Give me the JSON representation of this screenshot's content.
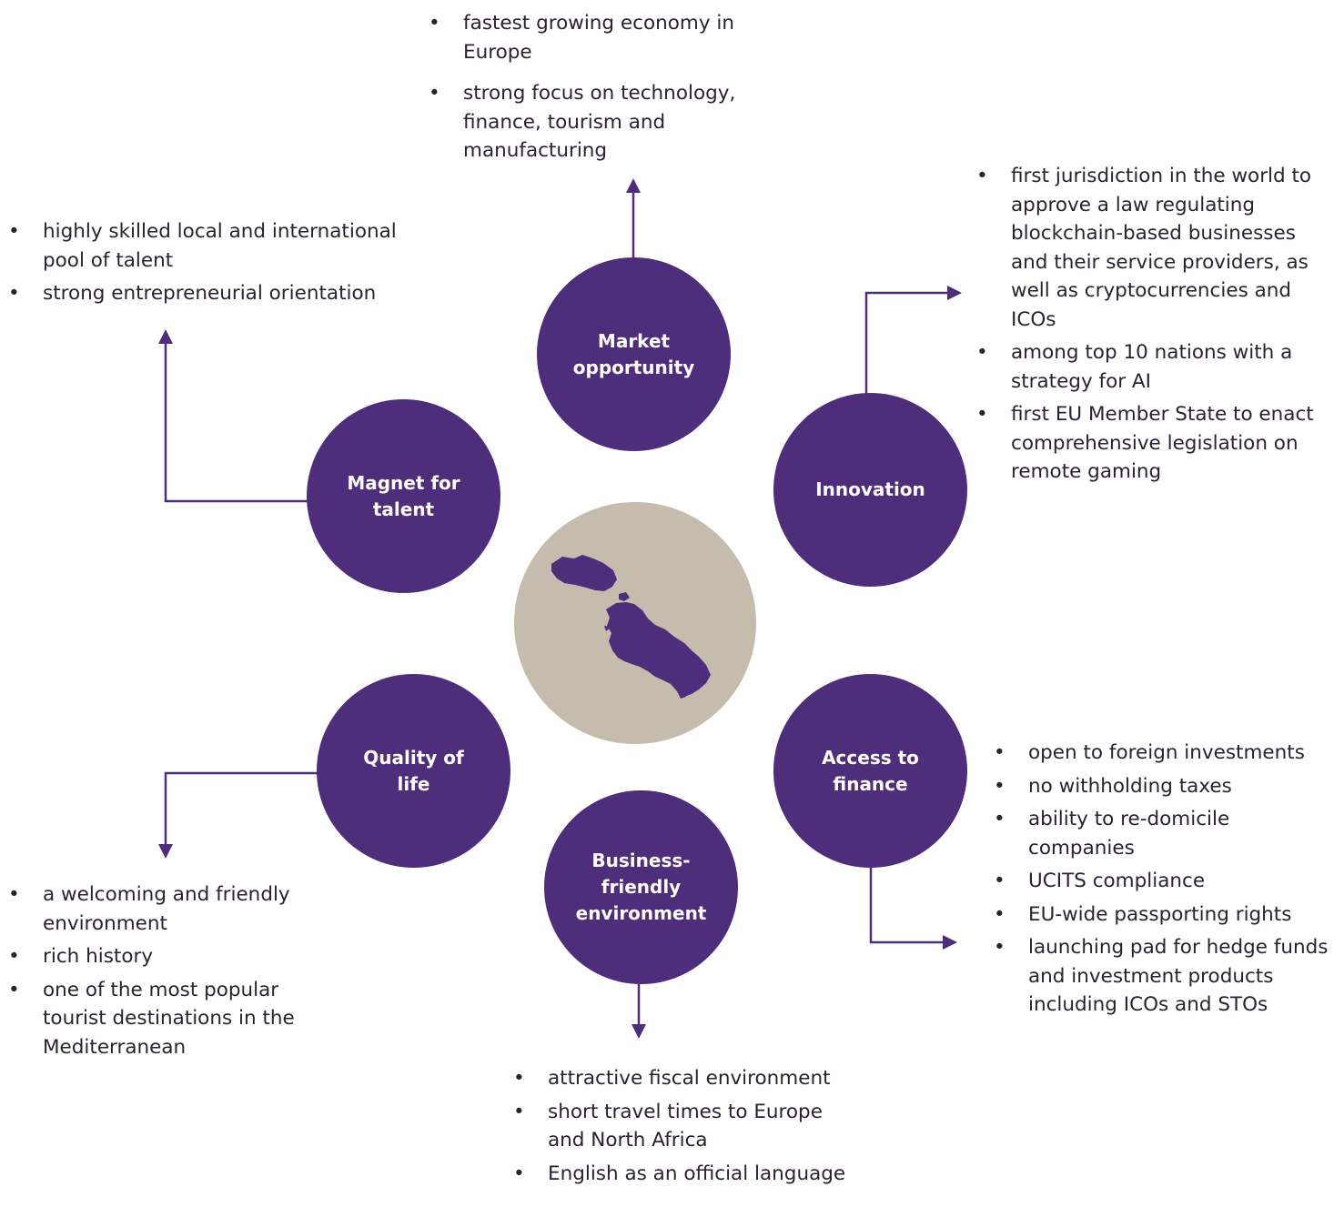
{
  "colors": {
    "purple": "#4e2d7b",
    "center_disc": "#c6bcae",
    "connector": "#4e2d7b",
    "text": "#2b2230"
  },
  "center": {
    "icon": "malta-map-icon"
  },
  "nodes": {
    "market": {
      "line1": "Market",
      "line2": "opportunity"
    },
    "innovation": {
      "line1": "Innovation"
    },
    "finance": {
      "line1": "Access to",
      "line2": "finance"
    },
    "business": {
      "line1": "Business-",
      "line2": "friendly",
      "line3": "environment"
    },
    "quality": {
      "line1": "Quality of",
      "line2": "life"
    },
    "talent": {
      "line1": "Magnet for",
      "line2": "talent"
    }
  },
  "lists": {
    "market": [
      "fastest growing economy in Europe",
      "strong focus on technology, finance, tourism and manufacturing"
    ],
    "talent": [
      "highly skilled local and international pool of talent",
      "strong entrepreneurial orientation"
    ],
    "innovation": [
      "first jurisdiction in the world to approve a law regulating blockchain-based businesses and their service providers, as well as cryptocurrencies and ICOs",
      "among top 10 nations with a strategy for AI",
      "first EU Member State to enact comprehensive legislation on remote gaming"
    ],
    "finance": [
      "open to foreign investments",
      "no withholding taxes",
      "ability to re-domicile companies",
      "UCITS compliance",
      "EU-wide passporting rights",
      "launching pad for hedge funds and investment products including ICOs and STOs"
    ],
    "quality": [
      "a welcoming and friendly environment",
      "rich history",
      "one of the most popular tourist destinations in the Mediterranean"
    ],
    "business": [
      "attractive fiscal environment",
      "short travel times to Europe and North Africa",
      "English as an official language"
    ]
  }
}
